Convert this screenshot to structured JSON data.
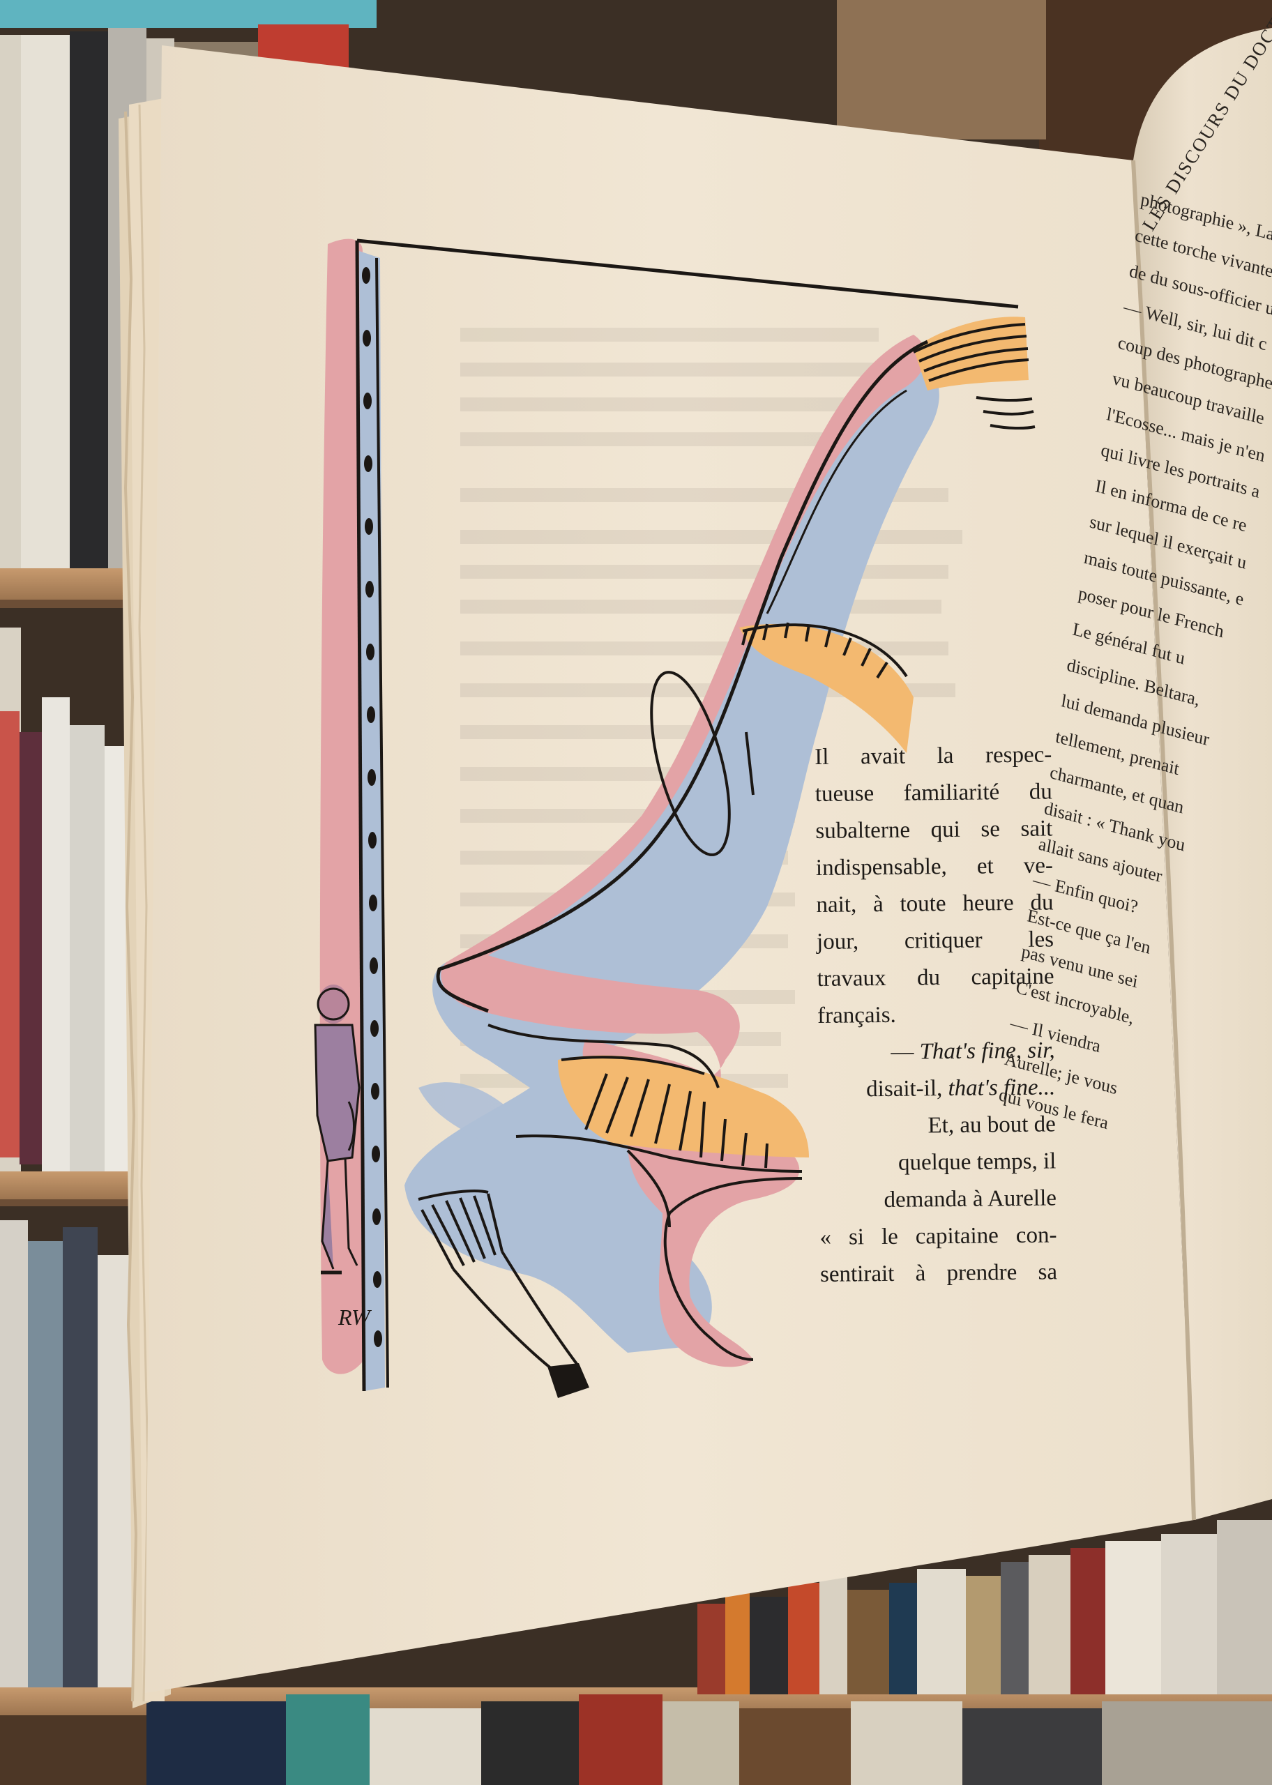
{
  "page": {
    "lines": [
      {
        "text": "Il avait la respec-",
        "style": "j"
      },
      {
        "text": "tueuse familiarité du",
        "style": "j"
      },
      {
        "text": "subalterne qui se sait",
        "style": "j"
      },
      {
        "text": "indispensable, et ve-",
        "style": "j"
      },
      {
        "text": "nait, à toute heure du",
        "style": "j"
      },
      {
        "text": "jour,   critiquer   les",
        "style": "j"
      },
      {
        "text": "travaux du capitaine",
        "style": "j"
      },
      {
        "text": "français.",
        "style": "l"
      }
    ],
    "quote_line_1_dash": "— ",
    "quote_line_1_italic": "That's fine, sir,",
    "quote_line_2_start": "disait-il, ",
    "quote_line_2_italic": "that's fine...",
    "tail_lines": [
      {
        "text": "Et, au bout de",
        "style": "r"
      },
      {
        "text": "quelque temps, il",
        "style": "r"
      },
      {
        "text": "demanda à Aurelle",
        "style": "r"
      },
      {
        "text": "« si le capitaine con-",
        "style": "j"
      },
      {
        "text": "sentirait à prendre sa",
        "style": "j"
      }
    ]
  },
  "illustration": {
    "signature": "RW",
    "colors": {
      "pink": "#e3a3a6",
      "blue": "#aebfd6",
      "orange": "#f3b970",
      "ink": "#1b1714"
    }
  },
  "facing_page": {
    "running_head": "LES DISCOURS DU DOCTEU",
    "lines": [
      "photographie », La requ",
      "cette torche vivante ayan",
      "de du sous-officier une c",
      "— Well, sir, lui dit c",
      "coup des photographes",
      "vu beaucoup travaille",
      "l'Ecosse... mais je n'en",
      "qui livre les portraits a",
      "Il en informa de ce re",
      "sur lequel il exerçait u",
      "mais toute puissante, e",
      "poser pour le French",
      "Le général fut u",
      "discipline. Beltara,",
      "lui demanda plusieur",
      "tellement, prenait",
      "charmante, et quan",
      "disait : « Thank you",
      "allait sans ajouter",
      "— Enfin quoi?",
      "Est-ce que ça l'en",
      "pas venu une sei",
      "C'est incroyable,",
      "— Il viendra",
      "Aurelle; je vous",
      "qui vous le fera"
    ]
  }
}
